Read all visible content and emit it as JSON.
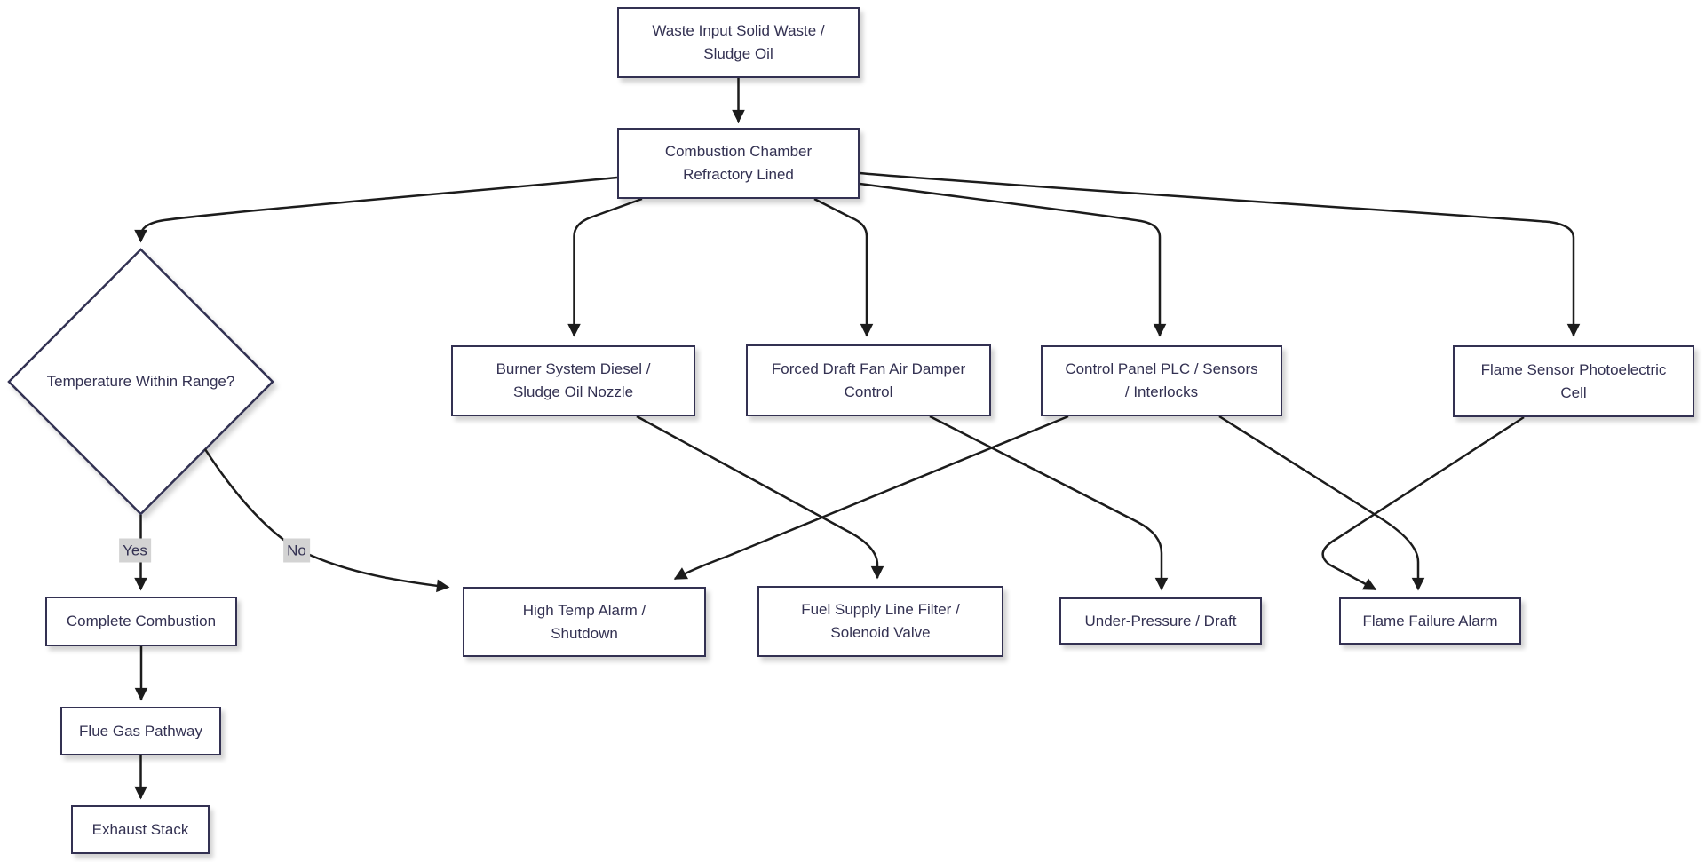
{
  "diagram": {
    "type": "flowchart",
    "colors": {
      "node_fill": "#ffffff",
      "node_border": "#333152",
      "node_text": "#333152",
      "edge_line": "#1c1c1c",
      "edge_label_bg": "#d3d3d3",
      "background": "#ffffff"
    },
    "nodes": {
      "waste_input": {
        "shape": "rect",
        "lines": [
          "Waste Input Solid Waste /",
          "Sludge Oil"
        ]
      },
      "combustion_chamber": {
        "shape": "rect",
        "lines": [
          "Combustion Chamber",
          "Refractory Lined"
        ]
      },
      "temp_check": {
        "shape": "diamond",
        "lines": [
          "Temperature Within Range?"
        ]
      },
      "burner_system": {
        "shape": "rect",
        "lines": [
          "Burner System Diesel /",
          "Sludge Oil Nozzle"
        ]
      },
      "forced_draft_fan": {
        "shape": "rect",
        "lines": [
          "Forced Draft Fan Air Damper",
          "Control"
        ]
      },
      "control_panel": {
        "shape": "rect",
        "lines": [
          "Control Panel PLC / Sensors",
          "/ Interlocks"
        ]
      },
      "flame_sensor": {
        "shape": "rect",
        "lines": [
          "Flame Sensor Photoelectric",
          "Cell"
        ]
      },
      "complete_combustion": {
        "shape": "rect",
        "lines": [
          "Complete Combustion"
        ]
      },
      "flue_gas_pathway": {
        "shape": "rect",
        "lines": [
          "Flue Gas Pathway"
        ]
      },
      "exhaust_stack": {
        "shape": "rect",
        "lines": [
          "Exhaust Stack"
        ]
      },
      "high_temp_alarm": {
        "shape": "rect",
        "lines": [
          "High Temp Alarm /",
          "Shutdown"
        ]
      },
      "fuel_supply_line": {
        "shape": "rect",
        "lines": [
          "Fuel Supply Line Filter /",
          "Solenoid Valve"
        ]
      },
      "under_pressure": {
        "shape": "rect",
        "lines": [
          "Under-Pressure / Draft"
        ]
      },
      "flame_failure_alarm": {
        "shape": "rect",
        "lines": [
          "Flame Failure Alarm"
        ]
      }
    },
    "edge_labels": {
      "yes": "Yes",
      "no": "No"
    },
    "edges": [
      {
        "from": "waste_input",
        "to": "combustion_chamber",
        "label": ""
      },
      {
        "from": "combustion_chamber",
        "to": "temp_check",
        "label": ""
      },
      {
        "from": "combustion_chamber",
        "to": "burner_system",
        "label": ""
      },
      {
        "from": "combustion_chamber",
        "to": "forced_draft_fan",
        "label": ""
      },
      {
        "from": "combustion_chamber",
        "to": "control_panel",
        "label": ""
      },
      {
        "from": "combustion_chamber",
        "to": "flame_sensor",
        "label": ""
      },
      {
        "from": "temp_check",
        "to": "complete_combustion",
        "label": "Yes"
      },
      {
        "from": "temp_check",
        "to": "high_temp_alarm",
        "label": "No"
      },
      {
        "from": "complete_combustion",
        "to": "flue_gas_pathway",
        "label": ""
      },
      {
        "from": "flue_gas_pathway",
        "to": "exhaust_stack",
        "label": ""
      },
      {
        "from": "burner_system",
        "to": "fuel_supply_line",
        "label": ""
      },
      {
        "from": "control_panel",
        "to": "high_temp_alarm",
        "label": ""
      },
      {
        "from": "forced_draft_fan",
        "to": "under_pressure",
        "label": ""
      },
      {
        "from": "control_panel",
        "to": "flame_failure_alarm",
        "label": ""
      },
      {
        "from": "flame_sensor",
        "to": "flame_failure_alarm",
        "label": ""
      }
    ]
  }
}
